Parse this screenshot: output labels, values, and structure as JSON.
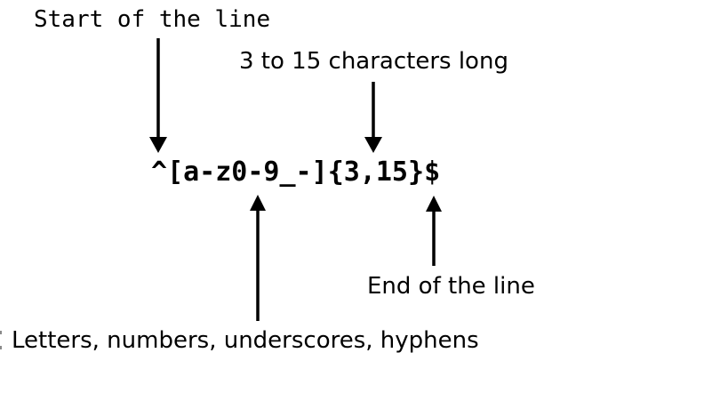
{
  "page": {
    "colors": {
      "background": "#ffffff",
      "ink": "#000000"
    }
  },
  "regex": {
    "caret": "^",
    "char_class": "[a-z0-9_-]",
    "quantifier": "{3,15}",
    "dollar": "$"
  },
  "annotations": {
    "start_of_line": "Start of the line",
    "length": "3 to 15 characters long",
    "end_of_line": "End of the line",
    "charset": "Letters, numbers, underscores, hyphens"
  }
}
